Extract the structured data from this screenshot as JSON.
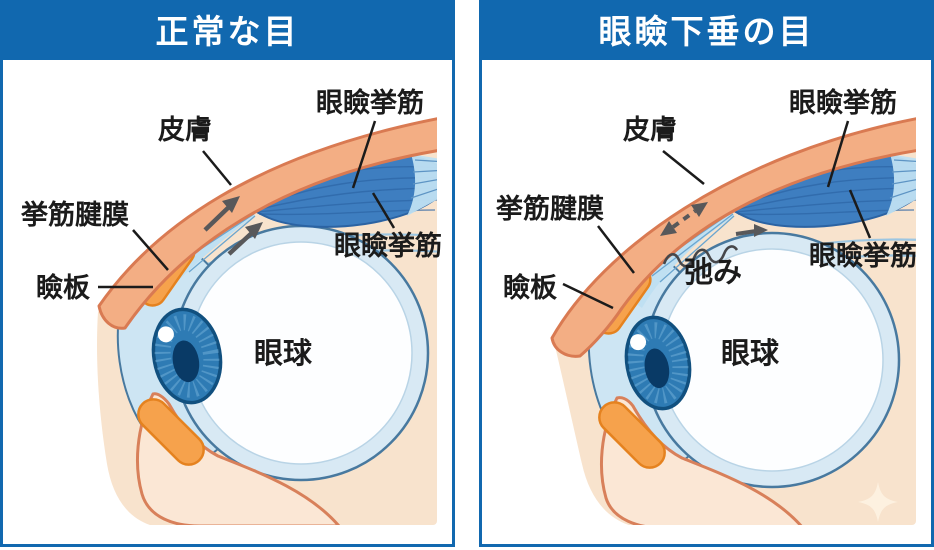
{
  "figure": {
    "type": "medical-anatomy-diagram",
    "topic": "Comparison of normal eyelid vs ptosis (drooping eyelid) anatomy, sagittal cross-section"
  },
  "panels": [
    {
      "id": "normal-eye",
      "title": "正常な目",
      "labels": {
        "skin": "皮膚",
        "levator_top": "眼瞼挙筋",
        "levator_bottom": "眼瞼挙筋",
        "aponeurosis": "挙筋腱膜",
        "tarsus": "瞼板",
        "eyeball": "眼球"
      }
    },
    {
      "id": "ptosis-eye",
      "title": "眼瞼下垂の目",
      "labels": {
        "skin": "皮膚",
        "levator_top": "眼瞼挙筋",
        "levator_bottom": "眼瞼挙筋",
        "aponeurosis": "挙筋腱膜",
        "tarsus": "瞼板",
        "eyeball": "眼球",
        "slack": "弛み"
      }
    }
  ],
  "colors": {
    "header_bg": "#1168af",
    "panel_border": "#1168af",
    "title_text": "#ffffff",
    "label_text": "#1b1b1b",
    "skin_fill": "#f3ae84",
    "skin_outline": "#d97a52",
    "tissue_fill": "#f8e3cd",
    "lower_lid_fill": "#fbe7d5",
    "muscle_fill": "#3e7ec0",
    "muscle_line": "#2b63a3",
    "aponeurosis_fill": "#bfe0f2",
    "aponeurosis_line": "#6aa5cf",
    "eyeball_ring_fill": "#d8e9f4",
    "eyeball_outline": "#48799f",
    "iris_fill": "#2e7bb4",
    "iris_outline": "#11507f",
    "pupil_fill": "#093a66",
    "tarsus_fill": "#f6a24c",
    "tarsus_outline": "#e5821f",
    "arrow_gray": "#58585a",
    "sparkle_watermark": "#fdf1e0"
  },
  "icons": {
    "sparkle": "four-point-star watermark (bottom right of ptosis panel)",
    "arrows_normal": "two solid gray arrows pointing up along levator pull direction",
    "arrows_ptosis": "dashed double-headed gray arrow plus wavy slack line with small right arrow"
  }
}
